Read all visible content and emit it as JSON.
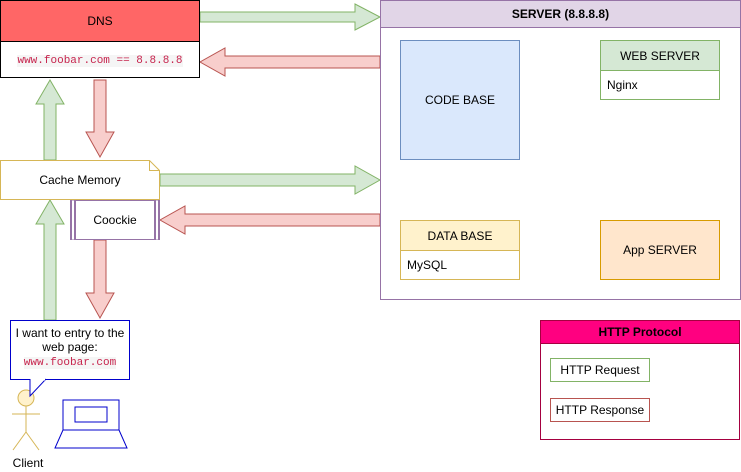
{
  "dns": {
    "title": "DNS",
    "record": "www.foobar.com == 8.8.8.8"
  },
  "server": {
    "title": "SERVER (8.8.8.8)"
  },
  "code_base": {
    "label": "CODE BASE"
  },
  "web_server": {
    "title": "WEB SERVER",
    "software": "Nginx"
  },
  "database": {
    "title": "DATA BASE",
    "software": "MySQL"
  },
  "app_server": {
    "label": "App SERVER"
  },
  "cache": {
    "label": "Cache Memory"
  },
  "cookie": {
    "label": "Coockie"
  },
  "speech": {
    "line1": "I want to entry to the",
    "line2": "web page:",
    "url": "www.foobar.com"
  },
  "client": {
    "label": "Client"
  },
  "legend": {
    "title": "HTTP Protocol",
    "request": "HTTP Request",
    "response": "HTTP Response"
  },
  "colors": {
    "green_fill": "#d5e8d4",
    "green_stroke": "#82b366",
    "red_fill": "#f8cecc",
    "red_stroke": "#b85450",
    "dns_fill": "#ff6666",
    "purple_fill": "#e1d5e7",
    "purple_stroke": "#9673a6",
    "blue_fill": "#dae8fc",
    "blue_stroke": "#6c8ebf",
    "yellow_fill": "#fff2cc",
    "yellow_stroke": "#d6b656",
    "orange_fill": "#ffe6cc",
    "orange_stroke": "#d79b00",
    "magenta": "#ff0080",
    "magenta_stroke": "#a50040",
    "laptop_stroke": "#0000cc"
  }
}
